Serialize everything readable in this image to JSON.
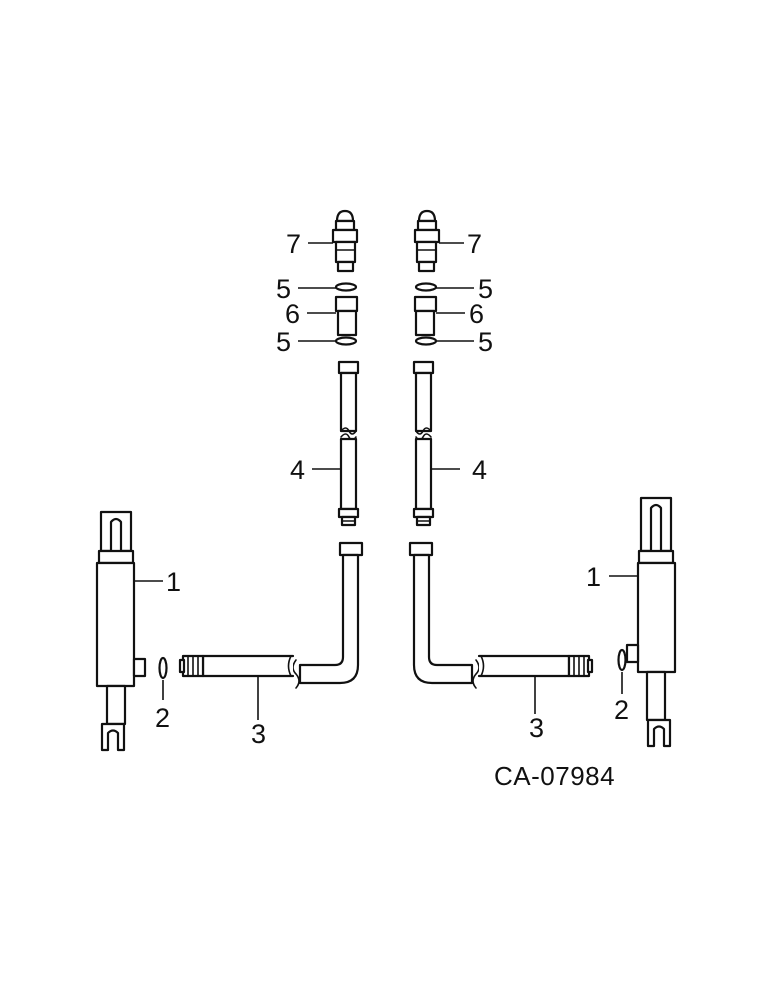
{
  "diagram": {
    "callouts": {
      "c1": "1",
      "c2": "2",
      "c3": "3",
      "c4": "4",
      "c5": "5",
      "c6": "6",
      "c7": "7"
    },
    "reference_code": "CA-07984"
  }
}
